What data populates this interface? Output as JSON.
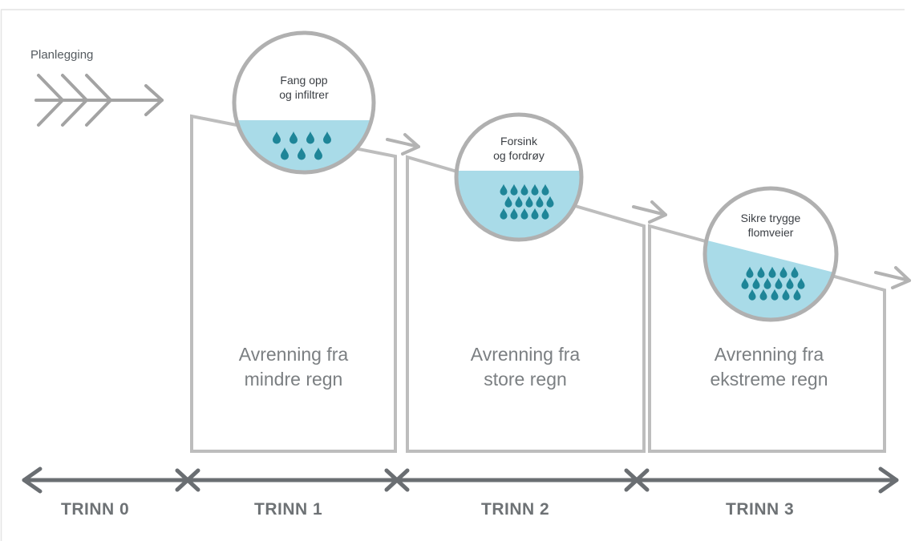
{
  "diagram": {
    "planning_label": "Planlegging",
    "stages": [
      {
        "circle_label_line1": "Fang opp",
        "circle_label_line2": "og infiltrer",
        "box_label_line1": "Avrenning fra",
        "box_label_line2": "mindre regn"
      },
      {
        "circle_label_line1": "Forsink",
        "circle_label_line2": "og fordrøy",
        "box_label_line1": "Avrenning fra",
        "box_label_line2": "store regn"
      },
      {
        "circle_label_line1": "Sikre trygge",
        "circle_label_line2": "flomveier",
        "box_label_line1": "Avrenning fra",
        "box_label_line2": "ekstreme regn"
      }
    ],
    "steps": [
      "TRINN 0",
      "TRINN 1",
      "TRINN 2",
      "TRINN 3"
    ],
    "colors": {
      "outline": "#bdbdbd",
      "water": "#a9dbe8",
      "drop": "#1e8598",
      "arrow": "#b3b3b3",
      "timeline": "#6a6e72",
      "circle_stroke": "#b0b0b0"
    }
  }
}
